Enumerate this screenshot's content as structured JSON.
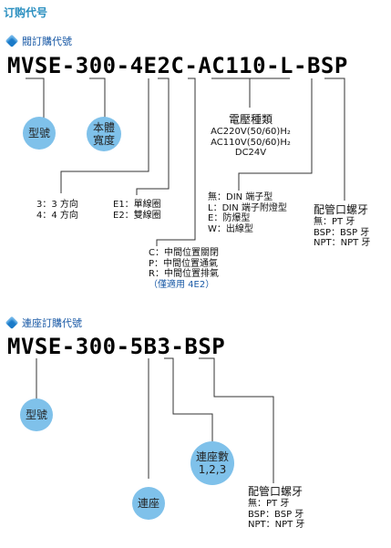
{
  "page_title": "订购代号",
  "valve": {
    "section_title": "閥訂購代號",
    "model_parts": [
      "MVSE",
      "-",
      "300",
      "-",
      "4",
      "E2",
      "C",
      "-",
      "AC110",
      "-",
      "L",
      "-",
      "BSP"
    ],
    "model_label": "型號",
    "body_size_label": [
      "本體",
      "寬度"
    ],
    "ways": [
      "3：3 方向",
      "4：4 方向"
    ],
    "coil": [
      "E1：單線圈",
      "E2：雙線圈"
    ],
    "voltage_title": "電壓種類",
    "voltages": [
      "AC220V(50/60)H₂",
      "AC110V(50/60)H₂",
      "DC24V"
    ],
    "center": [
      "C：中間位置關閉",
      "P：中間位置通氣",
      "R：中間位置排氣"
    ],
    "center_note": "（僅適用 4E2）",
    "connector": [
      "無：DIN 端子型",
      "L：DIN 端子附燈型",
      "E：防爆型",
      "W：出線型"
    ],
    "thread_title": "配管口螺牙",
    "threads": [
      "無：PT 牙",
      "BSP：BSP 牙",
      "NPT：NPT 牙"
    ]
  },
  "manifold": {
    "section_title": "連座訂購代號",
    "model_parts": [
      "MVSE",
      "-",
      "300",
      "-",
      "5",
      "B3",
      "-",
      "BSP"
    ],
    "model_label": "型號",
    "stations_title": "連座數",
    "stations_values": "1,2,3",
    "manifold_label": "連座",
    "thread_title": "配管口螺牙",
    "threads": [
      "無：PT 牙",
      "BSP：BSP 牙",
      "NPT：NPT 牙"
    ]
  },
  "colors": {
    "bubble": "#7fc1ea",
    "title": "#2a8fc0",
    "section": "#1a5aa6"
  }
}
